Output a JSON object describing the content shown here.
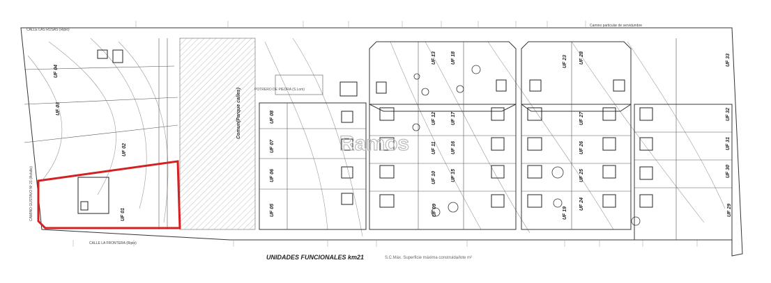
{
  "title": "UNIDADES FUNCIONALES km21",
  "caption_note": "S.C.Máx. Superficie máxima construida/lote m²",
  "streets": {
    "north": "CALLE LAS ROSAS (Ripio)",
    "south": "CALLE LA FRONTERA (Ripio)",
    "west": "CAMINO GUSTAVO Nº 21 (Asfalto)",
    "northeast": "Camino particular de servidumbre"
  },
  "common_area": "Comun(Parque calles)",
  "plot_label": "POTRERO DE PIEDRA (S.Lom)",
  "watermark": "Ramos",
  "units": [
    {
      "label": "UF 01"
    },
    {
      "label": "UF 02"
    },
    {
      "label": "UF 03"
    },
    {
      "label": "UF 04"
    },
    {
      "label": "UF 05"
    },
    {
      "label": "UF 06"
    },
    {
      "label": "UF 07"
    },
    {
      "label": "UF 08"
    },
    {
      "label": "UF 09"
    },
    {
      "label": "UF 10"
    },
    {
      "label": "UF 11"
    },
    {
      "label": "UF 12"
    },
    {
      "label": "UF 13"
    },
    {
      "label": "UF 15"
    },
    {
      "label": "UF 16"
    },
    {
      "label": "UF 17"
    },
    {
      "label": "UF 18"
    },
    {
      "label": "UF 19"
    },
    {
      "label": "UF 23"
    },
    {
      "label": "UF 24"
    },
    {
      "label": "UF 25"
    },
    {
      "label": "UF 26"
    },
    {
      "label": "UF 27"
    },
    {
      "label": "UF 28"
    },
    {
      "label": "UF 29"
    },
    {
      "label": "UF 30"
    },
    {
      "label": "UF 31"
    },
    {
      "label": "UF 32"
    },
    {
      "label": "UF 33"
    }
  ],
  "colors": {
    "highlight": "#d32020",
    "lines": "#333333",
    "hatch": "#888888"
  }
}
